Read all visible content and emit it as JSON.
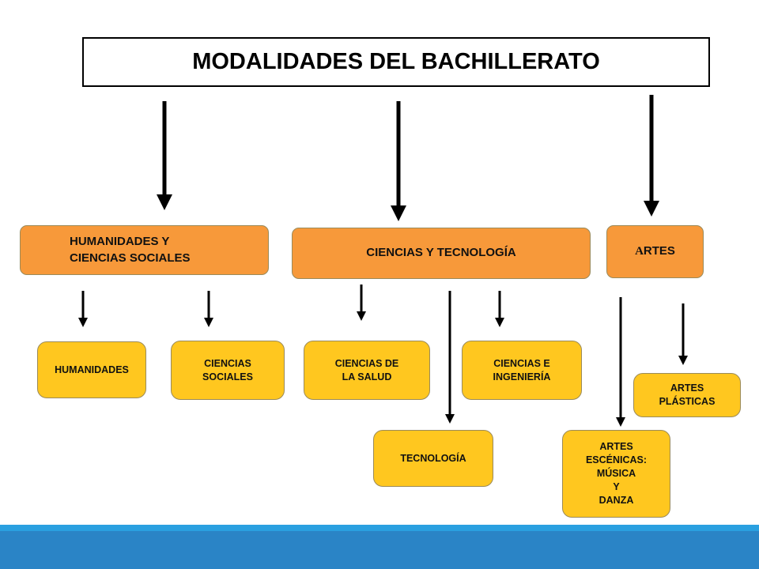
{
  "title": "MODALIDADES DEL BACHILLERATO",
  "modalities": [
    {
      "id": "humanidades",
      "label": "HUMANIDADES Y\n   CIENCIAS SOCIALES"
    },
    {
      "id": "ciencias",
      "label": "CIENCIAS Y TECNOLOGÍA"
    },
    {
      "id": "artes",
      "label_first": "A",
      "label_rest": "RTES"
    }
  ],
  "branches": {
    "humanidades": "HUMANIDADES",
    "ciencias_sociales": "CIENCIAS\nSOCIALES",
    "ciencias_salud": "CIENCIAS DE\nLA SALUD",
    "ciencias_ingenieria": "CIENCIAS E\nINGENIERÍA",
    "tecnologia": "TECNOLOGÍA",
    "artes_plasticas": "ARTES\nPLÁSTICAS",
    "artes_escenicas": "ARTES\nESCÉNICAS:\nMÚSICA\nY\nDANZA"
  },
  "colors": {
    "modality_fill": "#f7993a",
    "branch_fill": "#ffc71f",
    "footer": "#2a84c6",
    "arrow": "#000000"
  }
}
